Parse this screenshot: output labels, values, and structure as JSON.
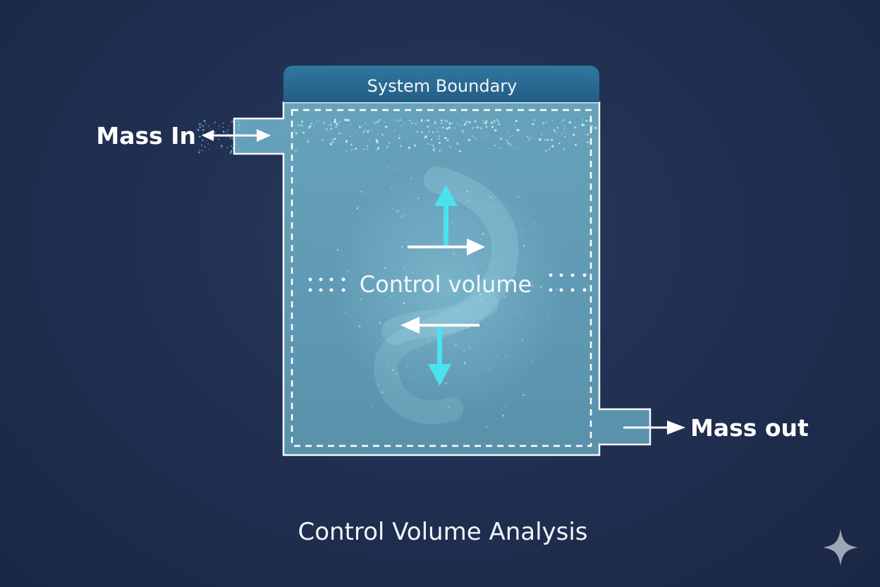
{
  "diagram": {
    "header_label": "System Boundary",
    "inner_label": "Control volume",
    "inlet_label": "Mass In",
    "outlet_label": "Mass out",
    "caption": "Control Volume Analysis"
  },
  "colors": {
    "background": "#213052",
    "tank_fill": "#5f9ab3",
    "header_fill": "#2b6a92",
    "arrow_cyan": "#49e3f0",
    "boundary_white": "#ffffff"
  },
  "icons": {
    "corner_mark": "sparkle-icon"
  }
}
